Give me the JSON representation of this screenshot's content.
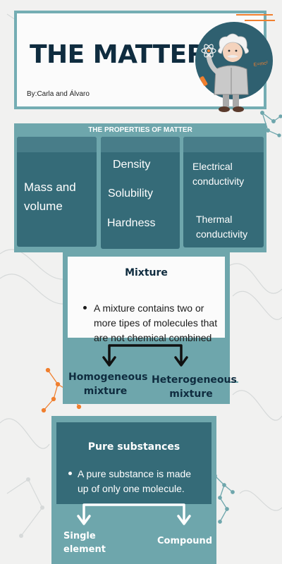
{
  "header": {
    "title": "THE MATTER",
    "byline": "By:Carla and Álvaro",
    "formula_on_avatar": "E=mc²"
  },
  "properties": {
    "title": "THE PROPERTIES OF MATTER",
    "col1": {
      "line1": "Mass and",
      "line2": "volume"
    },
    "col2": [
      "Density",
      "Solubility",
      "Hardness"
    ],
    "col3": {
      "item1_line1": "Electrical",
      "item1_line2": "conductivity",
      "item2_line1": "Thermal",
      "item2_line2": "conductivity"
    }
  },
  "mixture": {
    "heading": "Mixture",
    "bullet_lines": [
      "A mixture contains two or",
      "more tipes of molecules that",
      "are not chemical combined"
    ],
    "type1_line1": "Homogeneous",
    "type1_line2": "mixture",
    "type2_line1": "Heterogeneous",
    "type2_line2": "mixture"
  },
  "pure": {
    "heading": "Pure substances",
    "bullet_lines": [
      "A pure substance is made",
      "up of only one molecule."
    ],
    "type1_line1": "Single",
    "type1_line2": "element",
    "type2": "Compound"
  },
  "colors": {
    "background": "#f1f1f0",
    "teal_light": "#6ea6ac",
    "teal_dark": "#356b78",
    "title_navy": "#0f2c3f",
    "accent_orange": "#f07f2e"
  },
  "icons": [
    "einstein-avatar",
    "atom-icon",
    "molecule-network-decoration",
    "dna-helix-decoration"
  ]
}
